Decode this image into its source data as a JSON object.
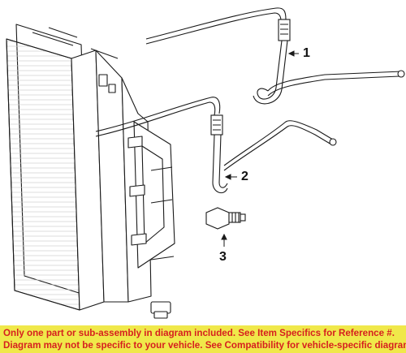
{
  "callouts": [
    {
      "number": "1",
      "part": "hose-assembly-1"
    },
    {
      "number": "2",
      "part": "hose-assembly-2"
    },
    {
      "number": "3",
      "part": "fitting-connector"
    }
  ],
  "disclaimer": {
    "line1": "Only one part or sub-assembly in diagram included. See Item Specifics for Reference #.",
    "line2": "Diagram may not be specific to your vehicle. See Compatibility for vehicle-specific diagrams."
  },
  "colors": {
    "line_art": "#1a1a1a",
    "banner_background": "#f0e84a",
    "banner_text": "#d61f1f"
  }
}
